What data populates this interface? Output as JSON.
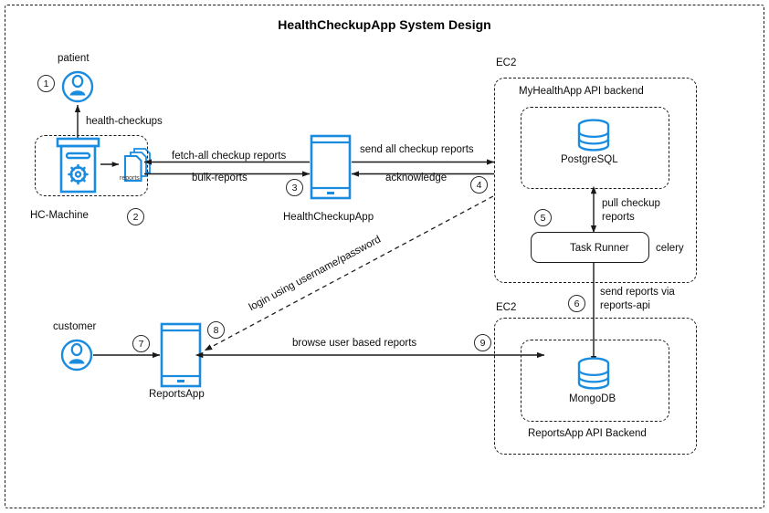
{
  "title": "HealthCheckupApp System Design",
  "colors": {
    "accent_blue": "#1a8ce0",
    "line_black": "#1a1a1a",
    "text": "#0d0d0d",
    "background": "#ffffff"
  },
  "actors": {
    "patient": {
      "label": "patient",
      "step": "1",
      "icon": "user-circle-icon"
    },
    "customer": {
      "label": "customer",
      "step": "7",
      "icon": "user-circle-icon"
    }
  },
  "nodes": {
    "hc_machine": {
      "label": "HC-Machine",
      "step": "2",
      "icon": "machine-gear-icon",
      "reports_label": "reports",
      "reports_icon": "documents-icon"
    },
    "health_checkup_app": {
      "label": "HealthCheckupApp",
      "step": "3",
      "icon": "mobile-phone-icon"
    },
    "reports_app": {
      "label": "ReportsApp",
      "step": "8",
      "icon": "mobile-phone-icon"
    },
    "ec2_top": {
      "label": "EC2"
    },
    "ec2_bottom": {
      "label": "EC2"
    },
    "myhealthapp_backend": {
      "label": "MyHealthApp API backend",
      "step": "4"
    },
    "postgres": {
      "label": "PostgreSQL",
      "icon": "database-cylinder-icon"
    },
    "task_runner": {
      "label": "Task Runner",
      "step": "5",
      "side_label": "celery",
      "icon": "clock-icon"
    },
    "reportsapp_backend": {
      "label": "ReportsApp API Backend",
      "step": "9"
    },
    "mongodb": {
      "label": "MongoDB",
      "icon": "database-cylinder-icon"
    }
  },
  "edges": {
    "health_checkups": {
      "label": "health-checkups"
    },
    "fetch_all": {
      "label": "fetch-all checkup reports"
    },
    "bulk_reports": {
      "label": "bulk-reports"
    },
    "send_all": {
      "label": "send all checkup reports"
    },
    "acknowledge": {
      "label": "acknowledge"
    },
    "pull_checkup_reports": {
      "label": "pull checkup\nreports",
      "line1": "pull checkup",
      "line2": "reports"
    },
    "send_reports_via_api": {
      "label": "send reports via\nreports-api",
      "line1": "send reports via",
      "line2": "reports-api",
      "step": "6"
    },
    "login": {
      "label": "login using username/password"
    },
    "browse": {
      "label": "browse user based reports"
    }
  }
}
